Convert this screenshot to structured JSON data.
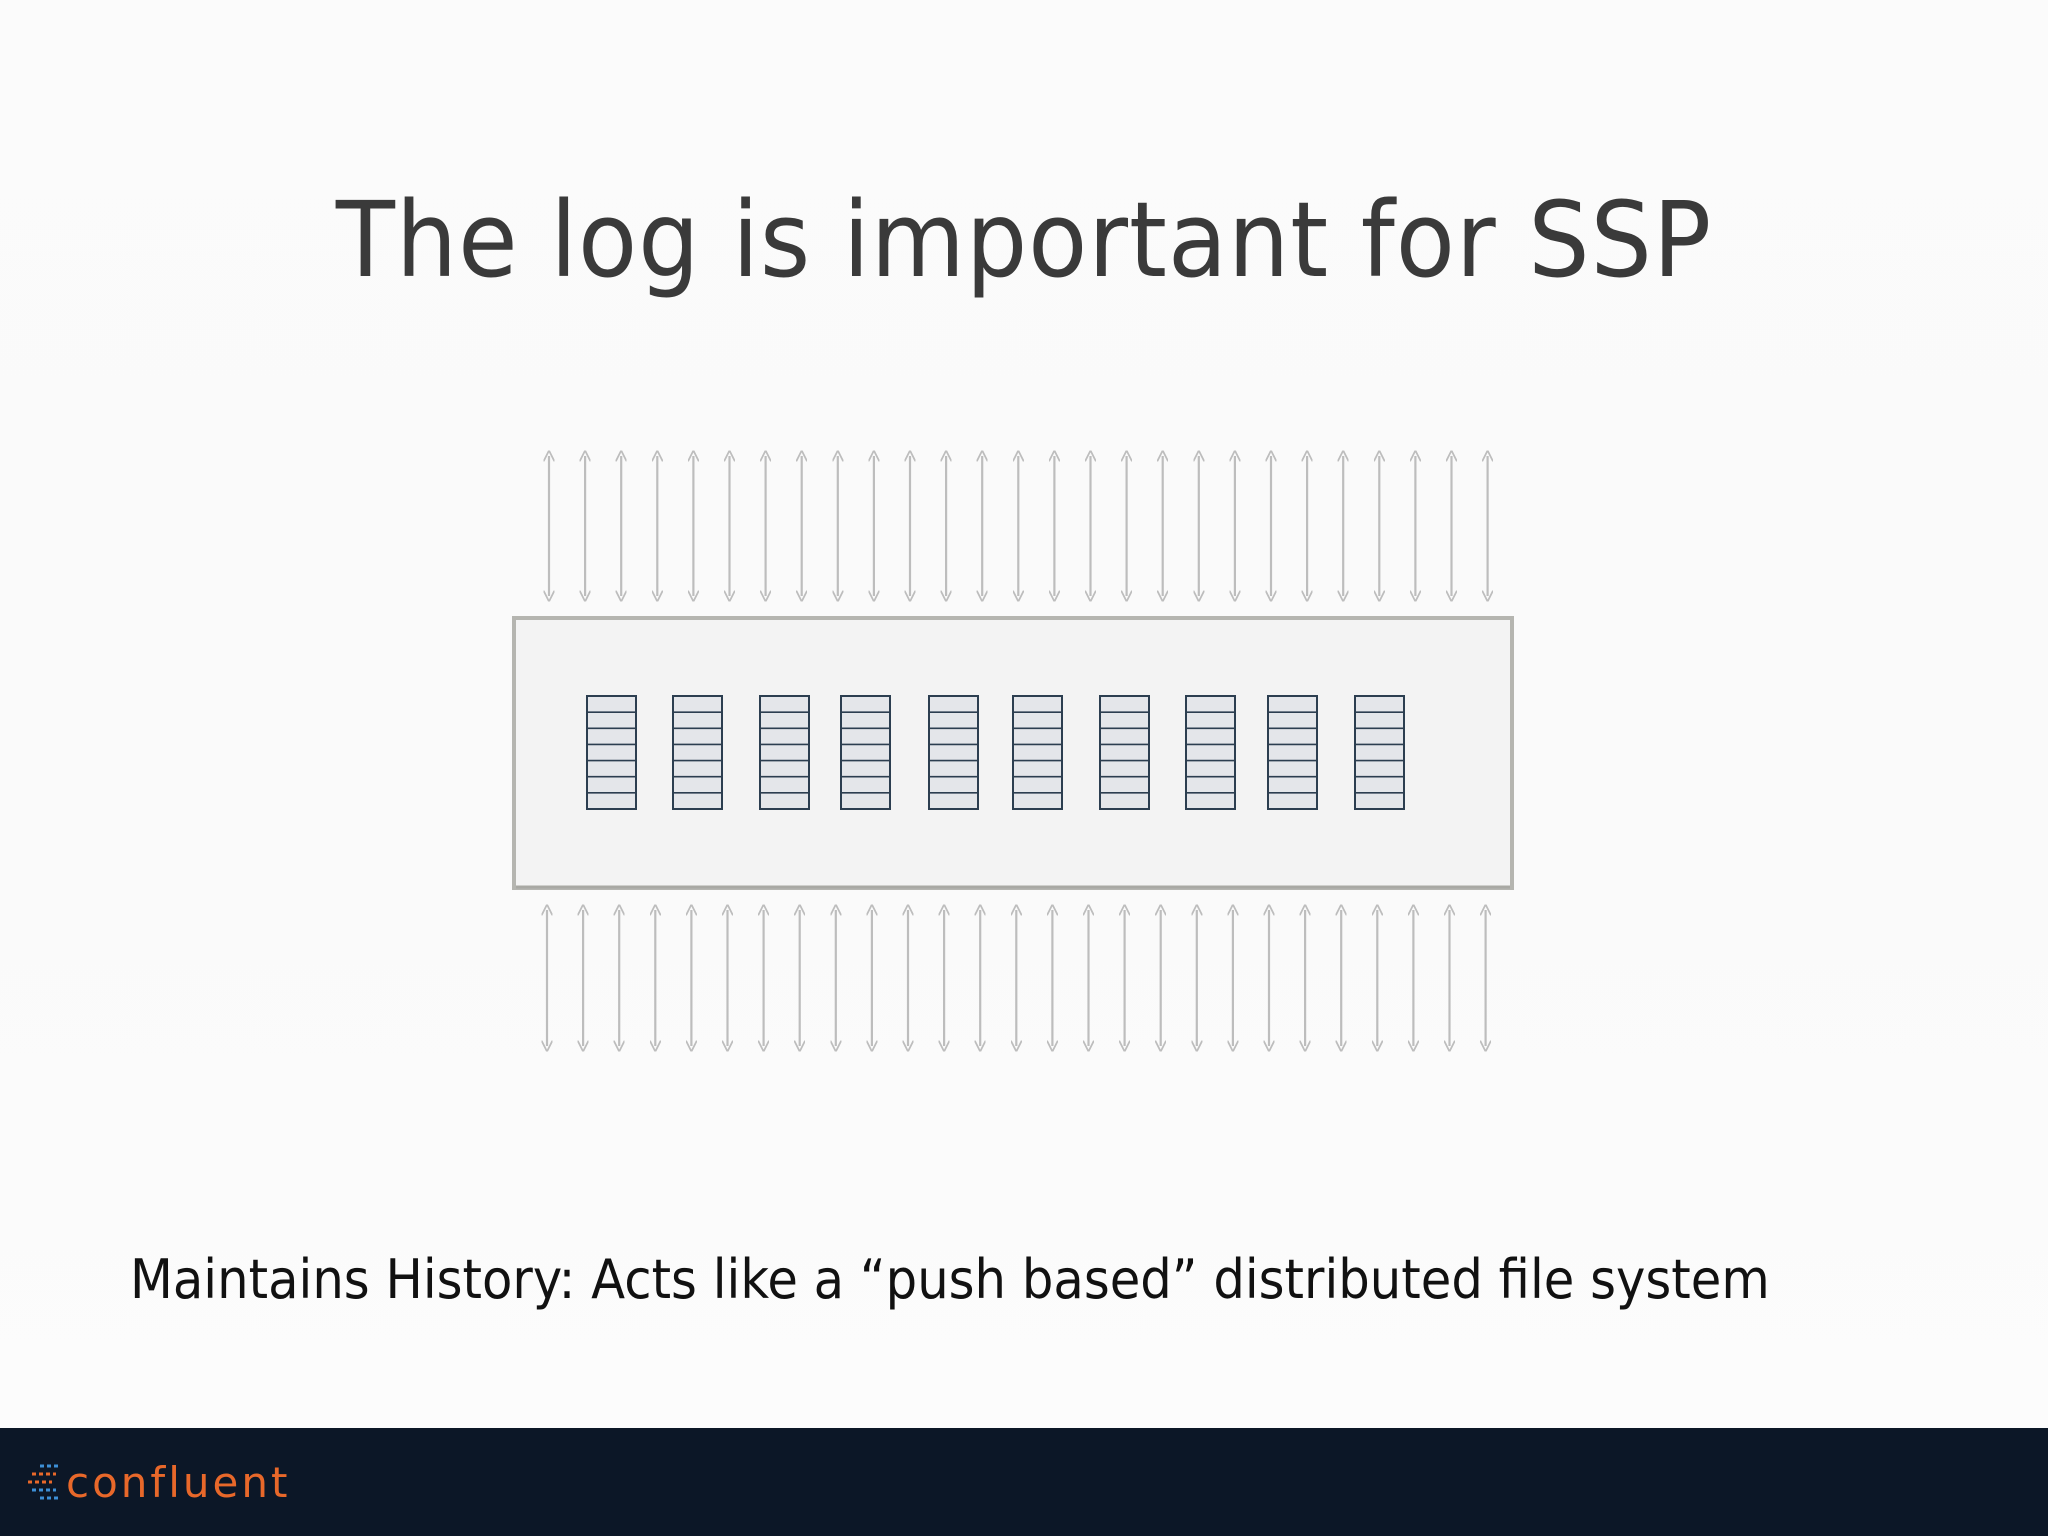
{
  "slide": {
    "title": "The log is important for SSP",
    "caption": "Maintains History: Acts like a “push based” distributed file system"
  },
  "diagram": {
    "arrows_top_count": 27,
    "arrows_bottom_count": 27,
    "partition_count": 10,
    "records_per_partition": 7,
    "colors": {
      "arrow": "#bdbdbd",
      "log_border": "#b5b5b0",
      "log_fill": "#f3f3f3",
      "partition_stroke": "#2c3e50",
      "partition_fill": "#e4e6ea"
    }
  },
  "footer": {
    "brand": "confluent",
    "logo_icon": "confluent-logo-icon",
    "brand_color": "#e8682a",
    "background": "#0c1727"
  }
}
